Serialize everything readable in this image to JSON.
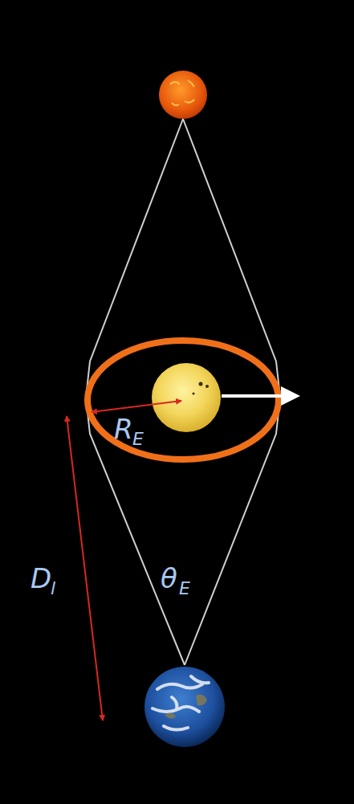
{
  "diagram": {
    "labels": [
      "R",
      "E",
      "D",
      "l",
      "θ",
      "E"
    ]
  }
}
